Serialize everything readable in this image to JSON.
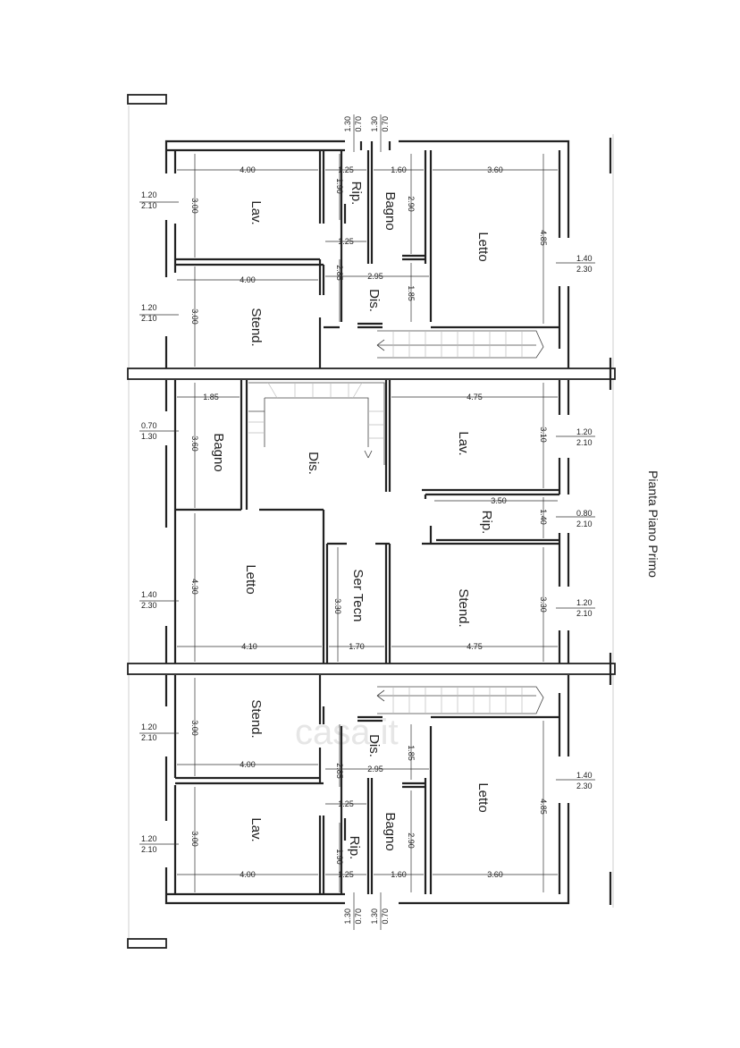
{
  "title": "Pianta Piano Primo",
  "watermark": "casa.it",
  "rooms": {
    "top_lav": "Lav.",
    "top_stend": "Stend.",
    "top_rip": "Rip.",
    "top_bagno": "Bagno",
    "top_letto": "Letto",
    "top_dis": "Dis.",
    "mid_bagno": "Bagno",
    "mid_dis": "Dis.",
    "mid_lav": "Lav.",
    "mid_rip": "Rip.",
    "mid_letto": "Letto",
    "mid_ser_tecn": "Ser Tecn",
    "mid_stend": "Stend.",
    "bot_stend": "Stend.",
    "bot_dis": "Dis.",
    "bot_letto": "Letto",
    "bot_lav": "Lav.",
    "bot_rip": "Rip.",
    "bot_bagno": "Bagno"
  },
  "dims": {
    "t_lav_w": "4.00",
    "t_lav_h": "3.00",
    "t_rip_w": "1.25",
    "t_rip_h": "1.90",
    "t_rip_w2": "1.25",
    "t_bagno_w": "1.60",
    "t_bagno_h": "2.90",
    "t_letto_w": "3.60",
    "t_letto_h": "4.85",
    "t_stend_w": "4.00",
    "t_stend_h": "3.00",
    "t_dis_w": "2.95",
    "t_dis_h": "2.85",
    "t_dis_h2": "1.85",
    "m_bagno_w": "1.85",
    "m_bagno_h": "3.60",
    "m_lav_w": "4.75",
    "m_lav_h": "3.10",
    "m_rip_w": "3.50",
    "m_rip_h": "1.40",
    "m_letto_h": "4.30",
    "m_letto_w": "4.10",
    "m_ser_h": "3.30",
    "m_ser_w": "1.70",
    "m_stend_h": "3.30",
    "m_stend_w": "4.75",
    "b_stend_h": "3.00",
    "b_stend_w": "4.00",
    "b_dis_w": "2.95",
    "b_dis_h": "2.85",
    "b_dis_h2": "1.85",
    "b_rip_w2": "1.25",
    "b_lav_h": "3.00",
    "b_lav_w": "4.00",
    "b_rip_h": "1.90",
    "b_rip_w": "1.25",
    "b_bagno_w": "1.60",
    "b_bagno_h": "2.90",
    "b_letto_w": "3.60",
    "b_letto_h": "4.85"
  },
  "windows": {
    "tl1_a": "1.20",
    "tl1_b": "2.10",
    "tl2_a": "1.20",
    "tl2_b": "2.10",
    "ml1_a": "0.70",
    "ml1_b": "1.30",
    "ml2_a": "1.40",
    "ml2_b": "2.30",
    "bl1_a": "1.20",
    "bl1_b": "2.10",
    "bl2_a": "1.20",
    "bl2_b": "2.10",
    "tr1_a": "1.40",
    "tr1_b": "2.30",
    "mr1_a": "1.20",
    "mr1_b": "2.10",
    "mr2_a": "0.80",
    "mr2_b": "2.10",
    "mr3_a": "1.20",
    "mr3_b": "2.10",
    "br1_a": "1.40",
    "br1_b": "2.30",
    "tt1_a": "0.70",
    "tt1_b": "1.30",
    "tt2_a": "0.70",
    "tt2_b": "1.30",
    "bb1_a": "0.70",
    "bb1_b": "1.30",
    "bb2_a": "0.70",
    "bb2_b": "1.30"
  }
}
